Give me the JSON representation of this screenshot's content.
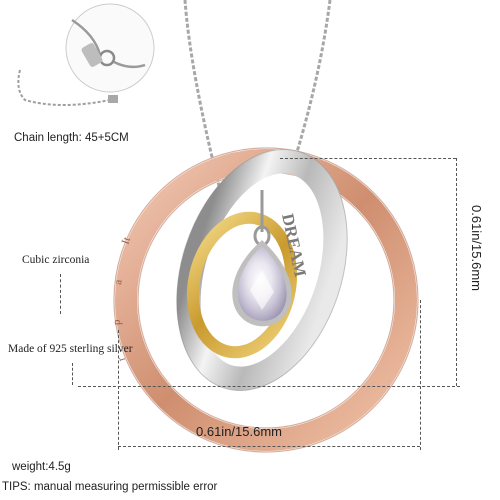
{
  "labels": {
    "chain_length": "Chain length: 45+5CM",
    "stone": "Cubic zirconia",
    "material": "Made of 925 sterling silver",
    "weight": "weight:4.5g",
    "tips": "TIPS: manual measuring permissible error"
  },
  "dimensions": {
    "height": "0.61in/15.6mm",
    "width": "0.61in/15.6mm"
  },
  "ring_text": {
    "inner_ring": "DREAM"
  },
  "colors": {
    "rose_gold": "#d69a7e",
    "gold": "#d8b24a",
    "silver": "#c9c9c9",
    "dimension_line": "#555555"
  }
}
